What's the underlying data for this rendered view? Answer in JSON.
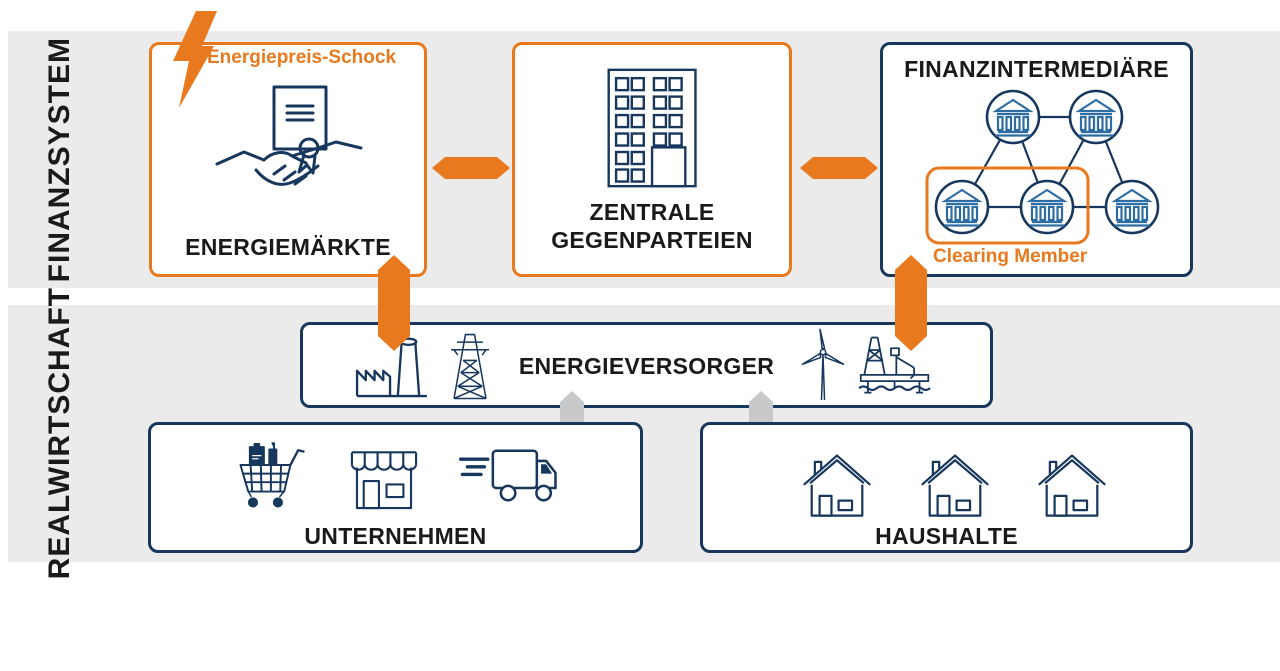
{
  "colors": {
    "orange": "#E8791E",
    "navy": "#17375D",
    "bank_blue": "#2E6DA4",
    "band_gray": "#EBEBEB",
    "arrow_gray": "#C8C9CA",
    "text": "#1A1A1A"
  },
  "bands": {
    "finanzsystem": {
      "label": "FINANZSYSTEM"
    },
    "realwirtschaft": {
      "label": "REALWIRTSCHAFT"
    }
  },
  "finanzsystem": {
    "energiemaerkte": {
      "shock_label": "Energiepreis-Schock",
      "label": "ENERGIEMÄRKTE"
    },
    "zentrale_gegenparteien": {
      "label": "ZENTRALE GEGENPARTEIEN"
    },
    "finanzintermediaere": {
      "title": "FINANZINTERMEDIÄRE",
      "clearing_member_label": "Clearing Member",
      "bank_count": 5,
      "clearing_member_bank_count": 2
    }
  },
  "realwirtschaft": {
    "energieversorger": {
      "label": "ENERGIEVERSORGER"
    },
    "unternehmen": {
      "label": "UNTERNEHMEN"
    },
    "haushalte": {
      "label": "HAUSHALTE"
    }
  },
  "icons": {
    "energiepreis_schock": "lightning-bolt-icon",
    "energiemaerkte": "contract-handshake-icon",
    "zentrale_gegenparteien": "office-building-icon",
    "finanzintermediaere": "bank-network-icon",
    "energieversorger": [
      "factory-icon",
      "transmission-tower-icon",
      "wind-turbine-icon",
      "oil-rig-icon"
    ],
    "unternehmen": [
      "shopping-cart-icon",
      "store-icon",
      "delivery-truck-icon"
    ],
    "haushalte": [
      "house-icon",
      "house-icon",
      "house-icon"
    ]
  }
}
